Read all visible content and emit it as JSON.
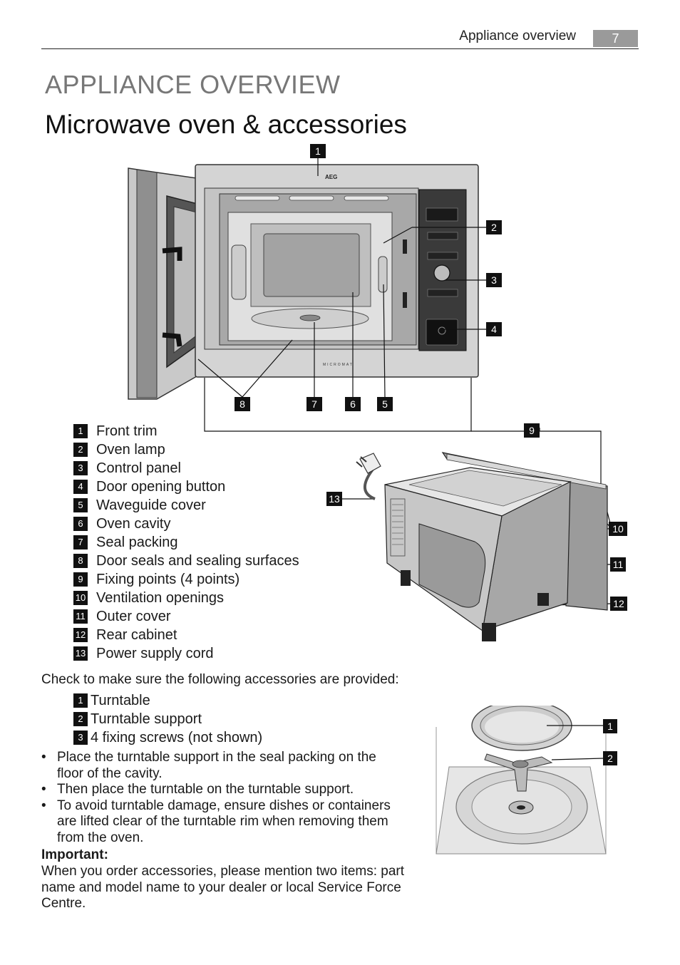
{
  "header": {
    "section": "Appliance overview",
    "page": "7"
  },
  "title": "APPLIANCE OVERVIEW",
  "subtitle": "Microwave oven & accessories",
  "diagram": {
    "brand": "AEG",
    "model_text": "MICROMAT",
    "callouts": [
      "1",
      "2",
      "3",
      "4",
      "5",
      "6",
      "7",
      "8",
      "9",
      "10",
      "11",
      "12",
      "13"
    ]
  },
  "parts": [
    {
      "num": "1",
      "label": "Front trim"
    },
    {
      "num": "2",
      "label": "Oven lamp"
    },
    {
      "num": "3",
      "label": "Control panel"
    },
    {
      "num": "4",
      "label": "Door opening button"
    },
    {
      "num": "5",
      "label": "Waveguide cover"
    },
    {
      "num": "6",
      "label": "Oven cavity"
    },
    {
      "num": "7",
      "label": "Seal packing"
    },
    {
      "num": "8",
      "label": "Door seals and sealing surfaces"
    },
    {
      "num": "9",
      "label": "Fixing points (4 points)"
    },
    {
      "num": "10",
      "label": "Ventilation openings"
    },
    {
      "num": "11",
      "label": "Outer cover"
    },
    {
      "num": "12",
      "label": "Rear cabinet"
    },
    {
      "num": "13",
      "label": "Power supply cord"
    }
  ],
  "accessories_intro": "Check to make sure the following accessories are provided:",
  "accessories": [
    {
      "num": "1",
      "label": "Turntable"
    },
    {
      "num": "2",
      "label": "Turntable support"
    },
    {
      "num": "3",
      "label": "4 fixing screws (not shown)"
    }
  ],
  "turntable_callouts": [
    "1",
    "2"
  ],
  "bullets": [
    "Place the turntable support in the seal packing on the floor of the cavity.",
    "Then place the turntable on the turntable support.",
    "To avoid turntable damage, ensure dishes or containers are lifted clear of the turntable rim when removing them from the oven."
  ],
  "important": {
    "heading": "Important:",
    "text": "When you order accessories, please mention two items: part name and model name to your dealer or local Service Force Centre."
  }
}
